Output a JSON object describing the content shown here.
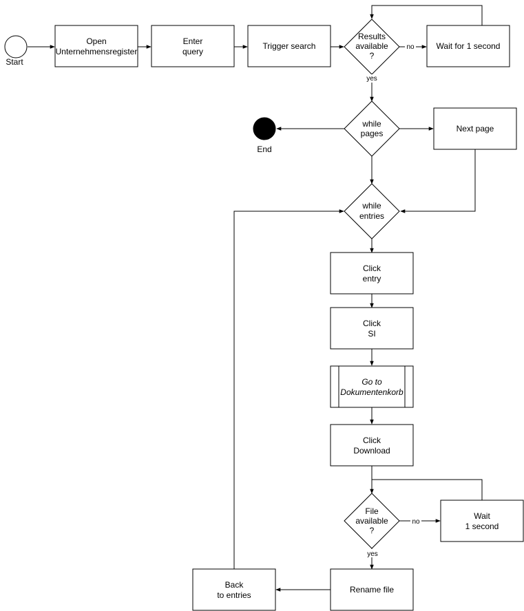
{
  "nodes": {
    "start": "Start",
    "open": [
      "Open",
      "Unternehmensregister"
    ],
    "enter_query": [
      "Enter",
      "query"
    ],
    "trigger_search": "Trigger search",
    "results_available": [
      "Results",
      "available",
      "?"
    ],
    "wait_1s_top": "Wait for 1 second",
    "while_pages": [
      "while",
      "pages"
    ],
    "end": "End",
    "next_page": "Next page",
    "while_entries": [
      "while",
      "entries"
    ],
    "click_entry": [
      "Click",
      "entry"
    ],
    "click_si": [
      "Click",
      "SI"
    ],
    "go_to_dokumentenkorb": [
      "Go to",
      "Dokumentenkorb"
    ],
    "click_download": [
      "Click",
      "Download"
    ],
    "file_available": [
      "File",
      "available",
      "?"
    ],
    "wait_1s_bottom": [
      "Wait",
      "1 second"
    ],
    "rename_file": "Rename file",
    "back_to_entries": [
      "Back",
      "to entries"
    ]
  },
  "edge_labels": {
    "results_no": "no",
    "results_yes": "yes",
    "file_no": "no",
    "file_yes": "yes"
  }
}
